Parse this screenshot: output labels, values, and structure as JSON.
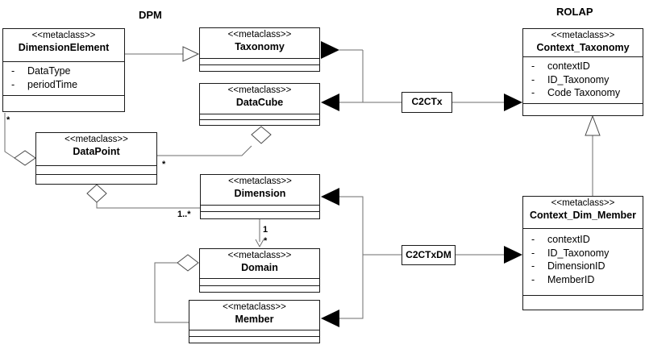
{
  "headings": {
    "left": "DPM",
    "right": "ROLAP"
  },
  "stereotype": "<<metaclass>>",
  "classes": {
    "dimension_element": {
      "name": "DimensionElement",
      "attributes": [
        "DataType",
        "periodTime"
      ]
    },
    "taxonomy": {
      "name": "Taxonomy"
    },
    "data_cube": {
      "name": "DataCube"
    },
    "data_point": {
      "name": "DataPoint"
    },
    "dimension": {
      "name": "Dimension"
    },
    "domain": {
      "name": "Domain"
    },
    "member": {
      "name": "Member"
    },
    "context_taxonomy": {
      "name": "Context_Taxonomy",
      "attributes": [
        "contextID",
        "ID_Taxonomy",
        "Code Taxonomy"
      ]
    },
    "context_dim_member": {
      "name": "Context_Dim_Member",
      "attributes": [
        "contextID",
        "ID_Taxonomy",
        "DimensionID",
        "MemberID"
      ]
    }
  },
  "connectors": {
    "c2ctx": "C2CTx",
    "c2ctxdm": "C2CTxDM"
  },
  "multiplicities": {
    "dimension_element_star": "*",
    "data_point_star": "*",
    "dimension_one_to_many": "1..*",
    "dimension_one": "1",
    "domain_star": "*"
  },
  "attribute_bullet": "-"
}
